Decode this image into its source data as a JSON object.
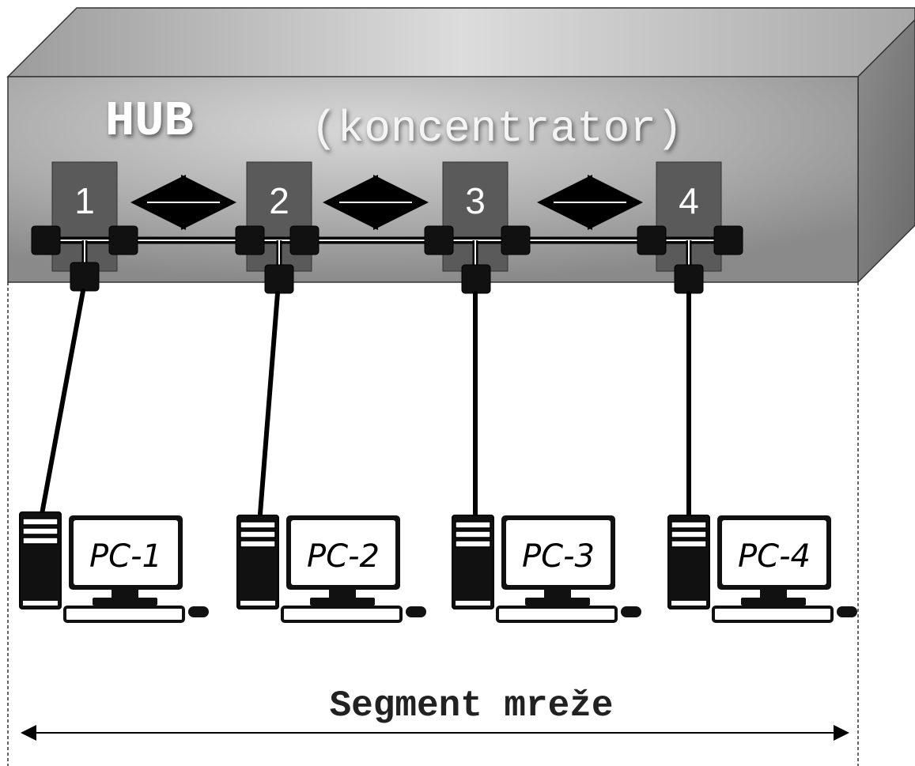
{
  "hub": {
    "title": "HUB",
    "subtitle": "(koncentrator)"
  },
  "ports": [
    {
      "number": "1"
    },
    {
      "number": "2"
    },
    {
      "number": "3"
    },
    {
      "number": "4"
    }
  ],
  "computers": [
    {
      "label": "PC-1"
    },
    {
      "label": "PC-2"
    },
    {
      "label": "PC-3"
    },
    {
      "label": "PC-4"
    }
  ],
  "segment": {
    "label": "Segment mreže"
  },
  "colors": {
    "hub_front_light": "#d6d6d6",
    "hub_front_dark": "#8a8a8a",
    "hub_top": "#c9c9c9",
    "hub_side": "#7a7a7a",
    "port_fill": "#5a5a5a",
    "cable": "#000000"
  }
}
